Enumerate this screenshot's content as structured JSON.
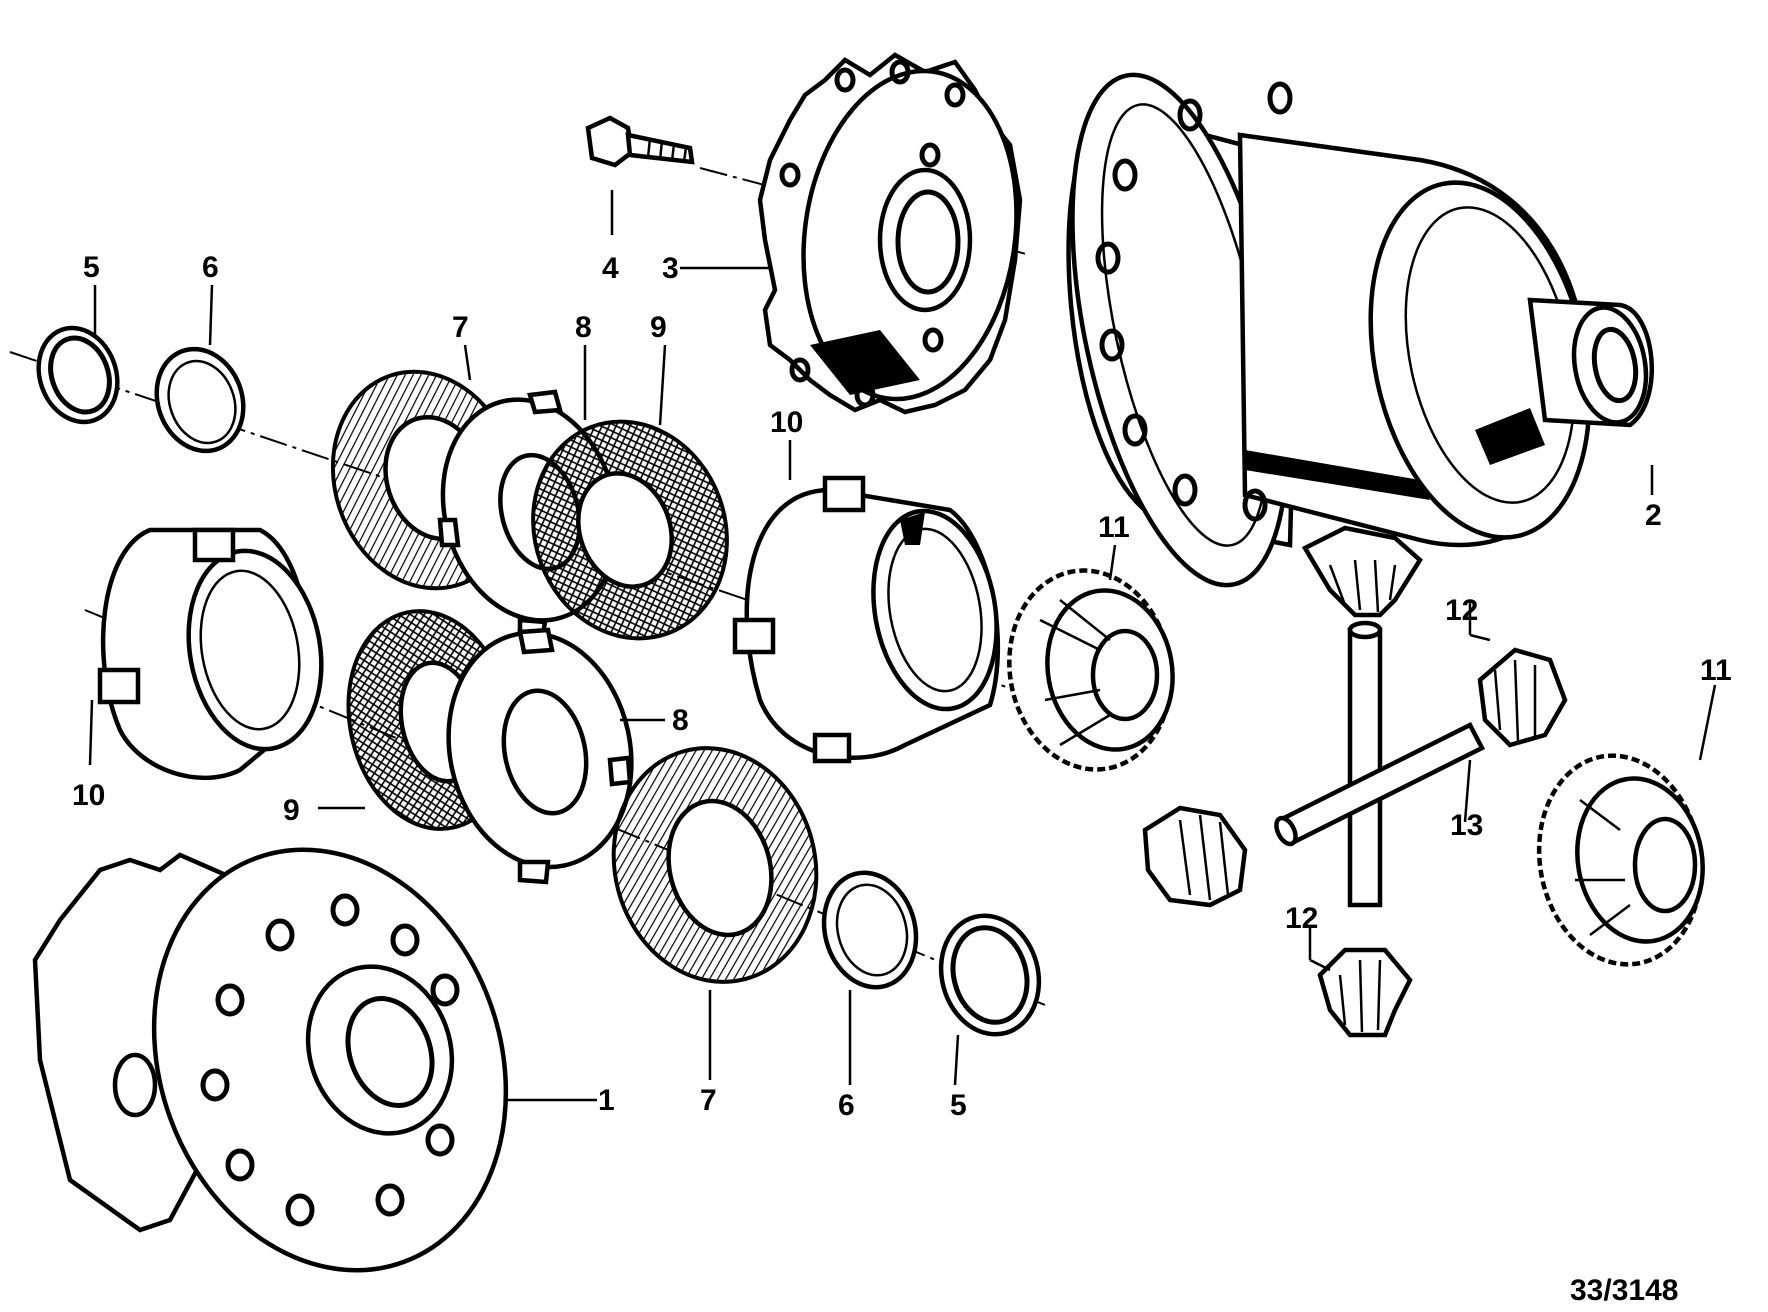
{
  "diagram": {
    "reference_code": "33/3148",
    "colors": {
      "ink": "#000000",
      "paper": "#ffffff"
    },
    "parts": [
      {
        "id": "p1",
        "label": "1"
      },
      {
        "id": "p2",
        "label": "2"
      },
      {
        "id": "p3",
        "label": "3"
      },
      {
        "id": "p4",
        "label": "4"
      },
      {
        "id": "p5a",
        "label": "5"
      },
      {
        "id": "p6a",
        "label": "6"
      },
      {
        "id": "p7a",
        "label": "7"
      },
      {
        "id": "p8a",
        "label": "8"
      },
      {
        "id": "p9a",
        "label": "9"
      },
      {
        "id": "p10a",
        "label": "10"
      },
      {
        "id": "p11a",
        "label": "11"
      },
      {
        "id": "p2x",
        "label": "12"
      },
      {
        "id": "p10b",
        "label": "10"
      },
      {
        "id": "p9b",
        "label": "9"
      },
      {
        "id": "p8b",
        "label": "8"
      },
      {
        "id": "p7b",
        "label": "7"
      },
      {
        "id": "p6b",
        "label": "6"
      },
      {
        "id": "p5b",
        "label": "5"
      },
      {
        "id": "p11b",
        "label": "11"
      },
      {
        "id": "p12b",
        "label": "12"
      },
      {
        "id": "p13",
        "label": "13"
      }
    ]
  }
}
